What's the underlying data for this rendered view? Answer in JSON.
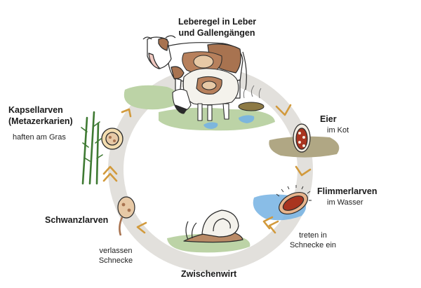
{
  "stages": {
    "adult": {
      "title_line1": "Leberegel in Leber",
      "title_line2": "und Gallengängen"
    },
    "eggs": {
      "title": "Eier",
      "detail": "im Kot"
    },
    "miracidia": {
      "title": "Flimmerlarven",
      "detail": "im  Wasser",
      "note_line1": "treten in",
      "note_line2": "Schnecke ein"
    },
    "host": {
      "title": "Zwischenwirt"
    },
    "cercariae": {
      "title": "Schwanzlarven",
      "note_line1": "verlassen",
      "note_line2": "Schnecke"
    },
    "metacercariae": {
      "title_line1": "Kapsellarven",
      "title_line2": "(Metazerkarien)",
      "detail": "haften am Gras"
    }
  },
  "colors": {
    "cycle_ring": "#e2e0dc",
    "arrow": "#d29a3c",
    "liver_brown": "#b7805c",
    "cow_brown": "#a87350",
    "grass_patch": "#bcd3a6",
    "mud_patch": "#b0a784",
    "water": "#74b2e3",
    "egg_fill": "#a9341f"
  },
  "icons": [
    "cow-icon",
    "sheep-icon",
    "dung-icon",
    "egg-icon",
    "miracidium-icon",
    "snail-icon",
    "cercaria-icon",
    "cyst-icon",
    "grass-icon"
  ]
}
